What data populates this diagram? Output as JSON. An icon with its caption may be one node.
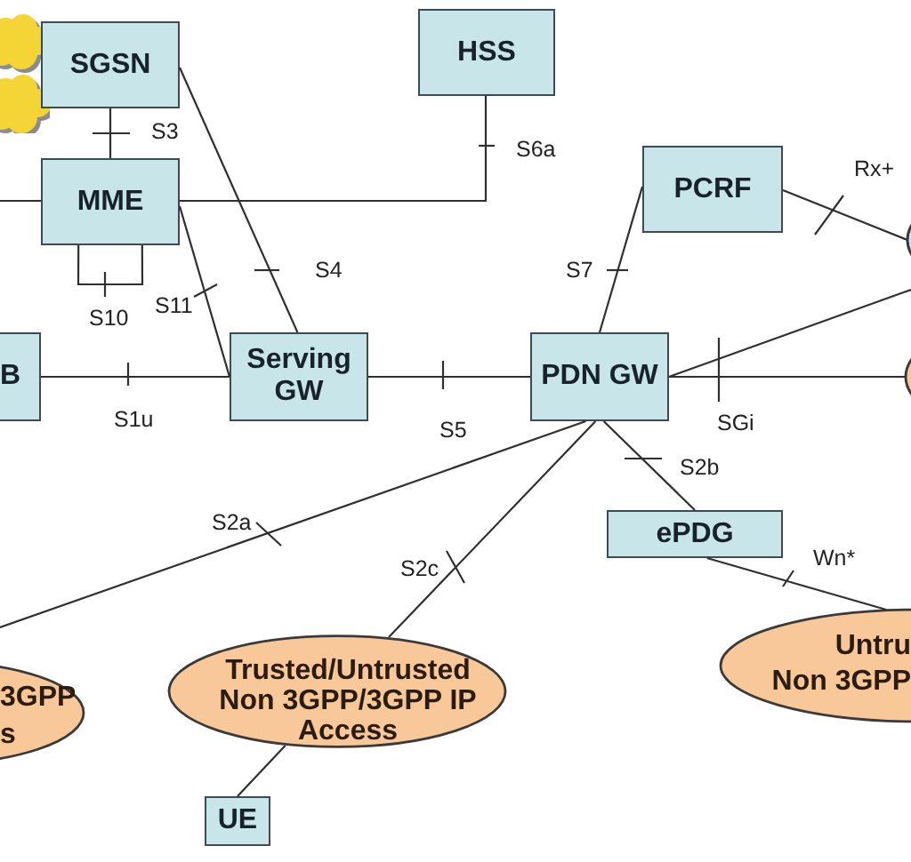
{
  "diagram": {
    "nodes": [
      {
        "text": [
          "SGSN"
        ]
      },
      {
        "text": [
          "HSS"
        ]
      },
      {
        "text": [
          "MME"
        ]
      },
      {
        "text": [
          "PCRF"
        ]
      },
      {
        "text": [],
        "shape": "ellipse"
      },
      {
        "text": [
          "B"
        ]
      },
      {
        "text": [
          "Serving GW"
        ]
      },
      {
        "text": [
          "PDN GW"
        ]
      },
      {
        "text": [],
        "shape": "ellipse"
      },
      {
        "text": [
          "ePDG"
        ]
      },
      {
        "text": [
          "3GPP s"
        ]
      },
      {
        "text": [
          "Trusted/Untrusted Non 3GPP/3GPP IP Access"
        ]
      },
      {
        "text": [
          "Untru Non 3GPP"
        ]
      },
      {
        "text": [
          "UE"
        ]
      }
    ],
    "edges": [
      {
        "from": 0,
        "to": 2,
        "arrow": "none",
        "label": "S3"
      },
      {
        "from": 2,
        "to": 1,
        "arrow": "none",
        "label": "S6a"
      },
      {
        "from": 0,
        "to": 6,
        "arrow": "none",
        "label": "S4"
      },
      {
        "from": 2,
        "to": 6,
        "arrow": "none",
        "label": "S11"
      },
      {
        "from": 2,
        "to": 2,
        "arrow": "none",
        "label": "S10"
      },
      {
        "from": 2,
        "to": null,
        "arrow": "none"
      },
      {
        "from": 5,
        "to": 6,
        "arrow": "none",
        "label": "S1u"
      },
      {
        "from": 6,
        "to": 7,
        "arrow": "none",
        "label": "S5"
      },
      {
        "from": 7,
        "to": 3,
        "arrow": "none",
        "label": "S7"
      },
      {
        "from": 3,
        "to": 4,
        "arrow": "none",
        "label": "Rx+"
      },
      {
        "from": 7,
        "to": null,
        "arrow": "none"
      },
      {
        "from": 7,
        "to": 8,
        "arrow": "none",
        "label": "SGi"
      },
      {
        "from": 7,
        "to": 9,
        "arrow": "none",
        "label": "S2b"
      },
      {
        "from": 9,
        "to": 12,
        "arrow": "none",
        "label": "Wn*"
      },
      {
        "from": 7,
        "to": null,
        "arrow": "none",
        "label": "S2a"
      },
      {
        "from": 7,
        "to": 11,
        "arrow": "none",
        "label": "S2c"
      },
      {
        "from": 11,
        "to": 13,
        "arrow": "none"
      }
    ]
  }
}
